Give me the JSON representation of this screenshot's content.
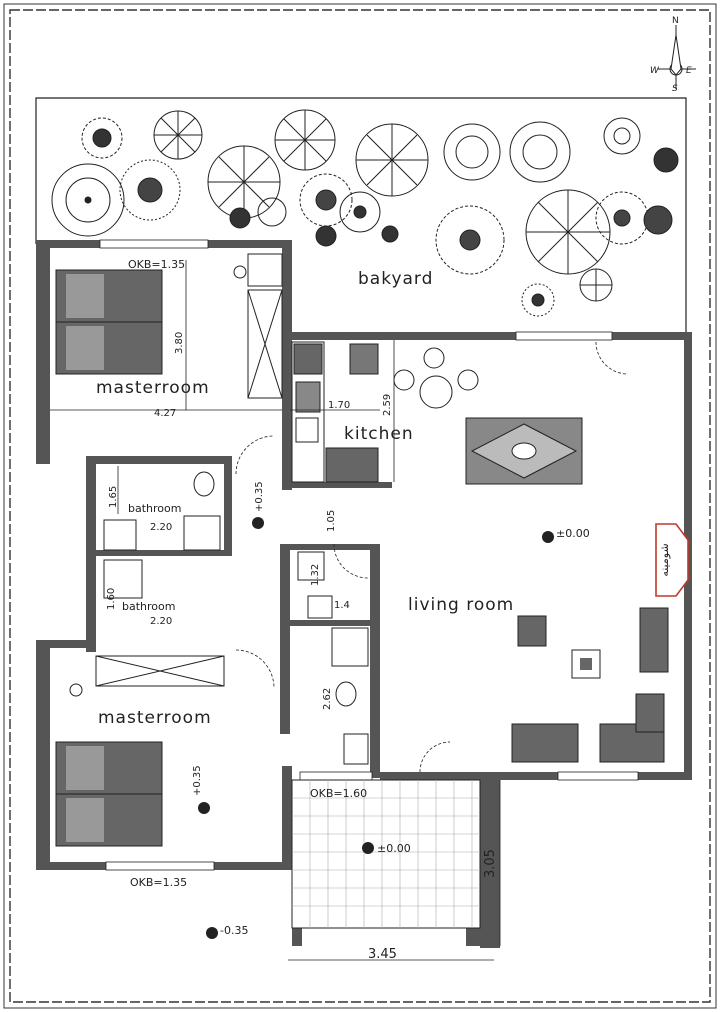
{
  "compass": {
    "north": "N",
    "south": "S",
    "east": "E",
    "west": "W"
  },
  "rooms": {
    "backyard": "bakyard",
    "master_top": "masterroom",
    "master_bottom": "masterroom",
    "kitchen": "kitchen",
    "bathroom_1": "bathroom",
    "bathroom_2": "bathroom",
    "living": "living room",
    "fireplace": "شومینه"
  },
  "window_labels": {
    "okb_top": "OKB=1.35",
    "okb_mid": "OKB=1.60",
    "okb_bottom": "OKB=1.35"
  },
  "dimensions": {
    "d380": "3.80",
    "d427": "4.27",
    "d170": "1.70",
    "d259": "2.59",
    "d165": "1.65",
    "d220a": "2.20",
    "d160": "1.60",
    "d220b": "2.20",
    "d105": "1.05",
    "d32": "1.32",
    "d4": "1.4",
    "d262": "2.62",
    "d305": "3.05",
    "d345": "3.45"
  },
  "levels": {
    "living": "±0.00",
    "terrace": "±0.00",
    "hall": "+0.35",
    "master": "+0.35",
    "outside": "-0.35"
  },
  "colors": {
    "wall": "#555555",
    "furniture": "#777777",
    "line": "#222222",
    "accent": "#c0392b"
  }
}
